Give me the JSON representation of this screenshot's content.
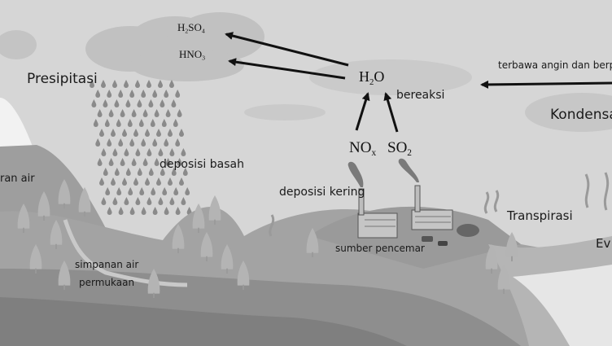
{
  "labels": {
    "presipitasi": "Presipitasi",
    "deposisi_basah": "deposisi basah",
    "deposisi_kering": "deposisi kering",
    "bereaksi": "bereaksi",
    "terbawa_angin": "terbawa angin dan berpindah",
    "kondensasi": "Kondensasi",
    "transpirasi": "Transpirasi",
    "evaporasi": "Ev",
    "sumber_pencemar": "sumber pencemar",
    "simpanan_air": "simpanan air",
    "permukaan": "permukaan",
    "aliran_air": "ran air"
  },
  "formulas": {
    "h2so4": {
      "base": "H",
      "sub1": "2",
      "mid": "SO",
      "sub2": "4"
    },
    "hno3": {
      "base": "HNO",
      "sub1": "3"
    },
    "h2o": {
      "base": "H",
      "sub1": "2",
      "mid": "O"
    },
    "nox": {
      "base": "NO",
      "sub1": "x"
    },
    "so2": {
      "base": "SO",
      "sub1": "2"
    }
  },
  "colors": {
    "sky": "#d6d6d6",
    "cloud": "#c3c3c3",
    "ground_dark": "#8f8f8f",
    "ground_mid": "#a5a5a5",
    "arrow": "#111111"
  }
}
